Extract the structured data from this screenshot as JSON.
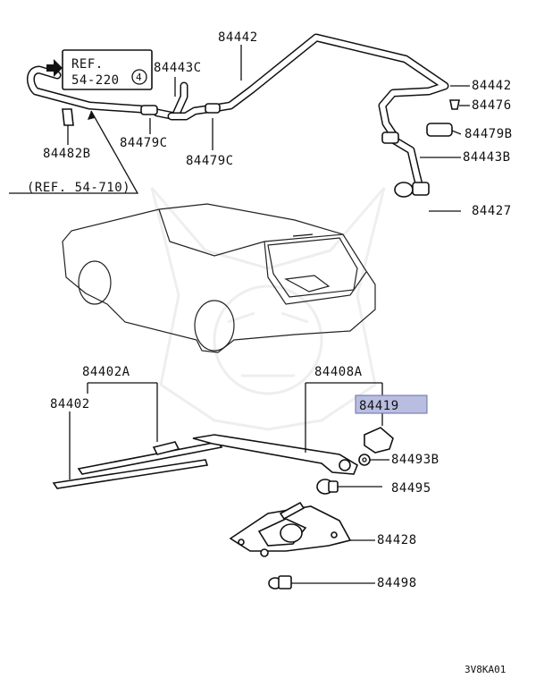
{
  "diagram": {
    "labels": {
      "hose_upper_a": "84442",
      "hose_upper_b": "84442",
      "hose_mid": "84443C",
      "clip_top": "84476",
      "clamp_right": "84479B",
      "joint_left": "84479C",
      "joint_mid": "84479C",
      "hose_right": "84443B",
      "clip_left": "84482B",
      "nozzle": "84427",
      "blade_assy": "84402A",
      "blade": "84402",
      "arm_assy": "84408A",
      "cap": "84419",
      "nut": "84493B",
      "seal": "84495",
      "motor": "84428",
      "bolt": "84498"
    },
    "ref_box": {
      "line1": "REF.",
      "line2": "54-220",
      "circled": "4"
    },
    "ref_note": "(REF. 54-710)",
    "figure_code": "3V8KA01",
    "highlight_color": "#b9bde0"
  }
}
